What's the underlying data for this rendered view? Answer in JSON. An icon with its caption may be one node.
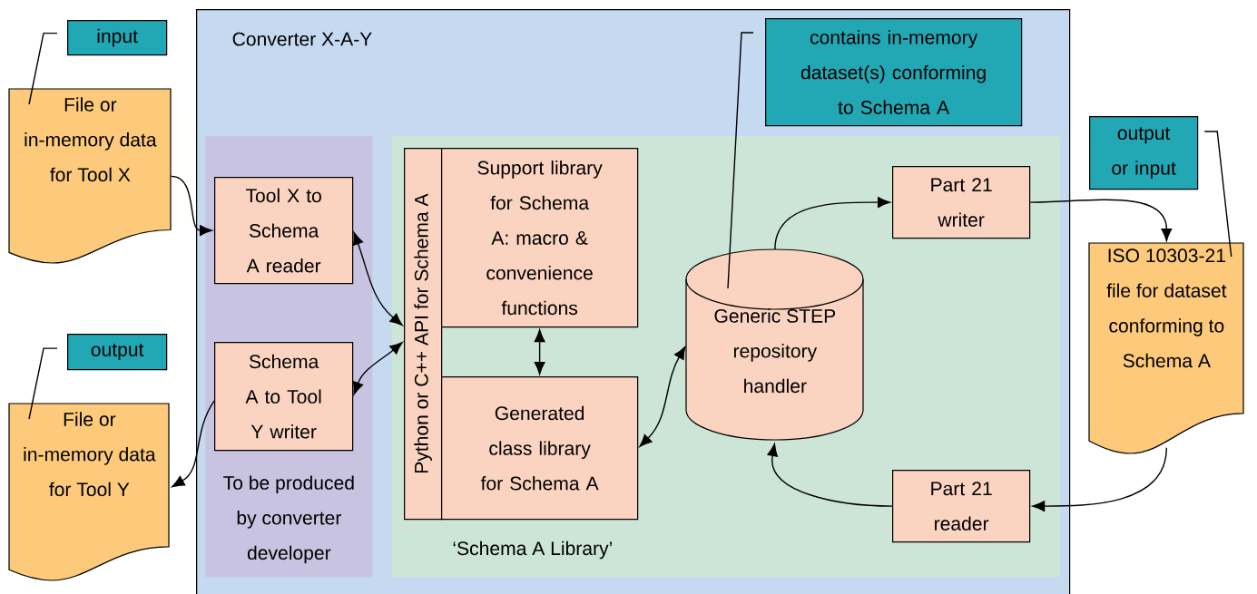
{
  "diagram": {
    "nodes": [
      {
        "text": [
          "Converter X-A-Y"
        ]
      },
      {
        "text": [
          "To be produced by converter developer"
        ],
        "in": 0
      },
      {
        "text": [
          "Tool X to Schema A reader"
        ],
        "in": 1
      },
      {
        "text": [
          "Schema A to Tool Y writer"
        ],
        "in": 1
      },
      {
        "text": [
          "‘Schema A Library’"
        ],
        "in": 0
      },
      {
        "text": [
          "Python or C++ API for Schema A"
        ],
        "in": 4
      },
      {
        "text": [
          "Support library for Schema A: macro & convenience functions"
        ],
        "in": 4
      },
      {
        "text": [
          "Generated class library for Schema A"
        ],
        "in": 4
      },
      {
        "text": [
          "Generic STEP repository handler"
        ],
        "in": 4
      },
      {
        "text": [
          "Part 21 writer"
        ],
        "in": 4
      },
      {
        "text": [
          "Part 21 reader"
        ],
        "in": 4
      },
      {
        "text": [
          "contains in-memory dataset(s) conforming to Schema A"
        ],
        "in": 0
      },
      {
        "text": [
          "File or in-memory data for Tool X"
        ]
      },
      {
        "text": [
          "input"
        ]
      },
      {
        "text": [
          "File or in-memory data for Tool Y"
        ]
      },
      {
        "text": [
          "output"
        ]
      },
      {
        "text": [
          "ISO 10303-21 file for dataset conforming to Schema A"
        ]
      },
      {
        "text": [
          "output or input"
        ]
      }
    ],
    "edges": [
      {
        "from": 12,
        "to": 2,
        "arrow": "to"
      },
      {
        "from": 5,
        "to": 2,
        "arrow": "both"
      },
      {
        "from": 5,
        "to": 3,
        "arrow": "both"
      },
      {
        "from": 3,
        "to": 14,
        "arrow": "to"
      },
      {
        "from": 6,
        "to": 7,
        "arrow": "both"
      },
      {
        "from": 7,
        "to": 8,
        "arrow": "both"
      },
      {
        "from": 8,
        "to": 9,
        "arrow": "to"
      },
      {
        "from": 9,
        "to": 16,
        "arrow": "to"
      },
      {
        "from": 16,
        "to": 10,
        "arrow": "to"
      },
      {
        "from": 10,
        "to": 8,
        "arrow": "to"
      },
      {
        "from": 13,
        "to": 12,
        "arrow": "none"
      },
      {
        "from": 15,
        "to": 14,
        "arrow": "none"
      },
      {
        "from": 11,
        "to": 8,
        "arrow": "none"
      },
      {
        "from": 17,
        "to": 16,
        "arrow": "none"
      }
    ]
  }
}
